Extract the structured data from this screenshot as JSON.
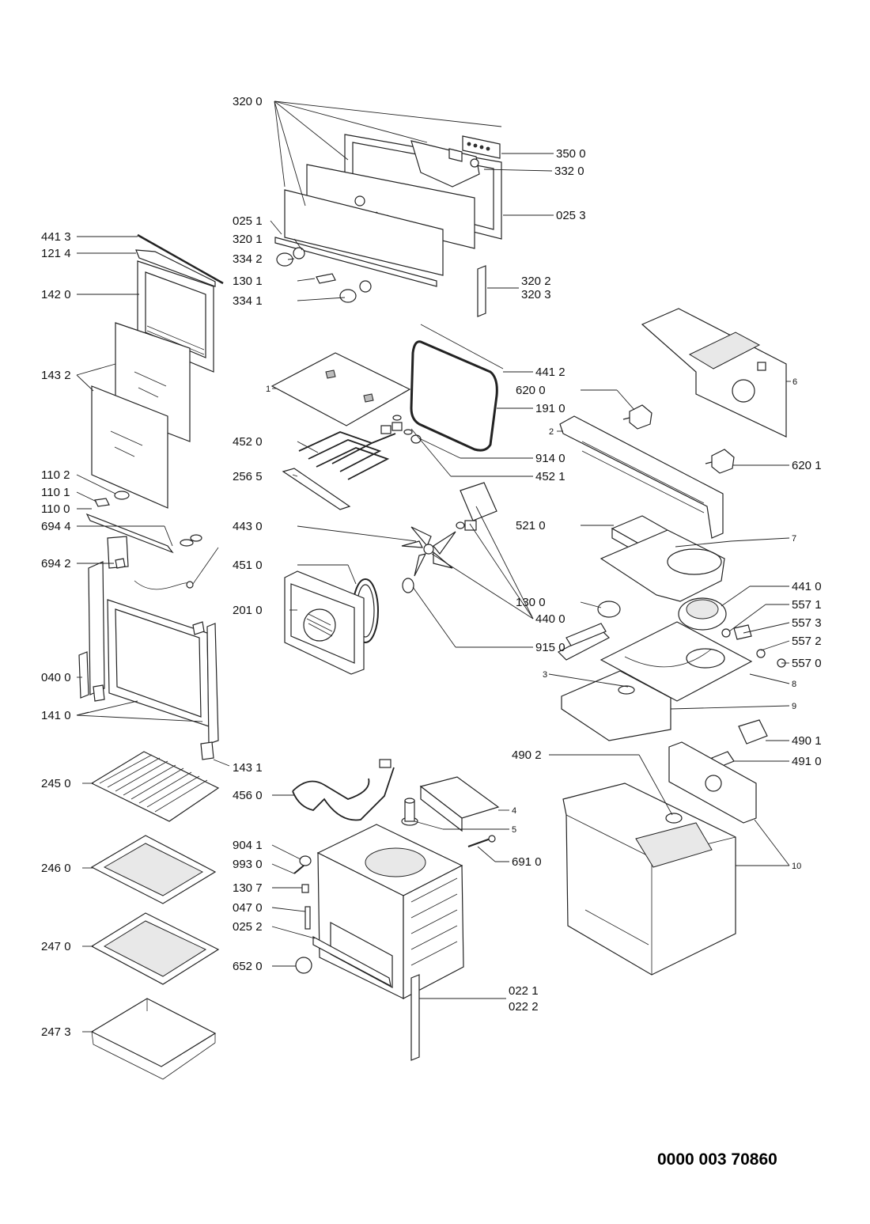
{
  "labels": {
    "p320_0": "320 0",
    "p350_0": "350 0",
    "p332_0": "332 0",
    "p025_1": "025 1",
    "p025_3": "025 3",
    "p320_1": "320 1",
    "p334_2": "334 2",
    "p130_1": "130 1",
    "p334_1": "334 1",
    "p320_2": "320 2",
    "p320_3": "320 3",
    "p441_3": "441 3",
    "p121_4": "121 4",
    "p142_0": "142 0",
    "p143_2": "143 2",
    "p110_2": "110 2",
    "p110_1": "110 1",
    "p110_0": "110 0",
    "p694_4": "694 4",
    "p694_2": "694 2",
    "p040_0": "040 0",
    "p141_0": "141 0",
    "p143_1": "143 1",
    "p245_0": "245 0",
    "p246_0": "246 0",
    "p247_0": "247 0",
    "p247_3": "247 3",
    "p1": "1",
    "p441_2": "441 2",
    "p191_0": "191 0",
    "p452_0": "452 0",
    "p256_5": "256 5",
    "p914_0": "914 0",
    "p452_1": "452 1",
    "p443_0": "443 0",
    "p451_0": "451 0",
    "p201_0": "201 0",
    "p440_0": "440 0",
    "p915_0": "915 0",
    "p620_0": "620 0",
    "p620_1": "620 1",
    "p6": "6",
    "p2": "2",
    "p521_0": "521 0",
    "p7": "7",
    "p130_0": "130 0",
    "p441_0": "441 0",
    "p557_1": "557 1",
    "p557_3": "557 3",
    "p557_2": "557 2",
    "p557_0": "557 0",
    "p3": "3",
    "p8": "8",
    "p9": "9",
    "p490_1": "490 1",
    "p491_0": "491 0",
    "p490_2": "490 2",
    "p456_0": "456 0",
    "p4": "4",
    "p5": "5",
    "p904_1": "904 1",
    "p993_0": "993 0",
    "p130_7": "130 7",
    "p047_0": "047 0",
    "p025_2": "025 2",
    "p652_0": "652 0",
    "p691_0": "691 0",
    "p10": "10",
    "p022_1": "022 1",
    "p022_2": "022 2"
  },
  "reference_number": "0000 003 70860"
}
